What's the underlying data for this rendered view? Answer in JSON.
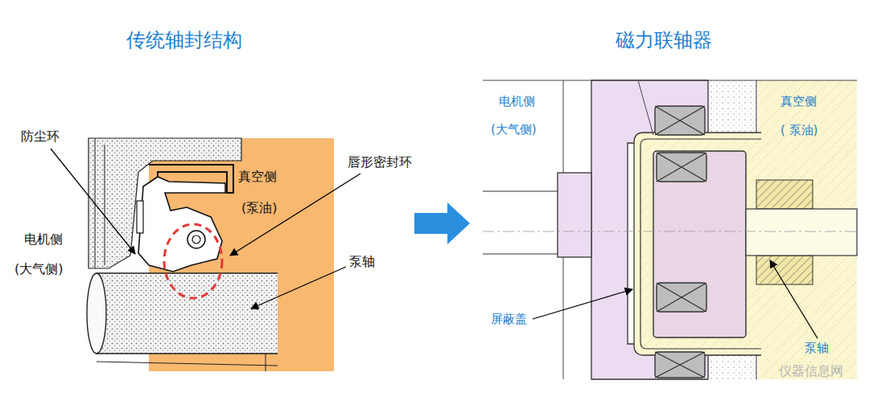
{
  "diagram": {
    "labels": [
      "传统轴封结构",
      "磁力联轴器",
      "防尘环",
      "唇形密封环",
      "真空侧",
      "(泵油)",
      "电机侧",
      "(大气侧)",
      "泵轴",
      "电机侧",
      "(大气侧)",
      "真空侧",
      "( 泵油)",
      "屏蔽盖",
      "泵轴",
      "仪器信息网"
    ]
  }
}
